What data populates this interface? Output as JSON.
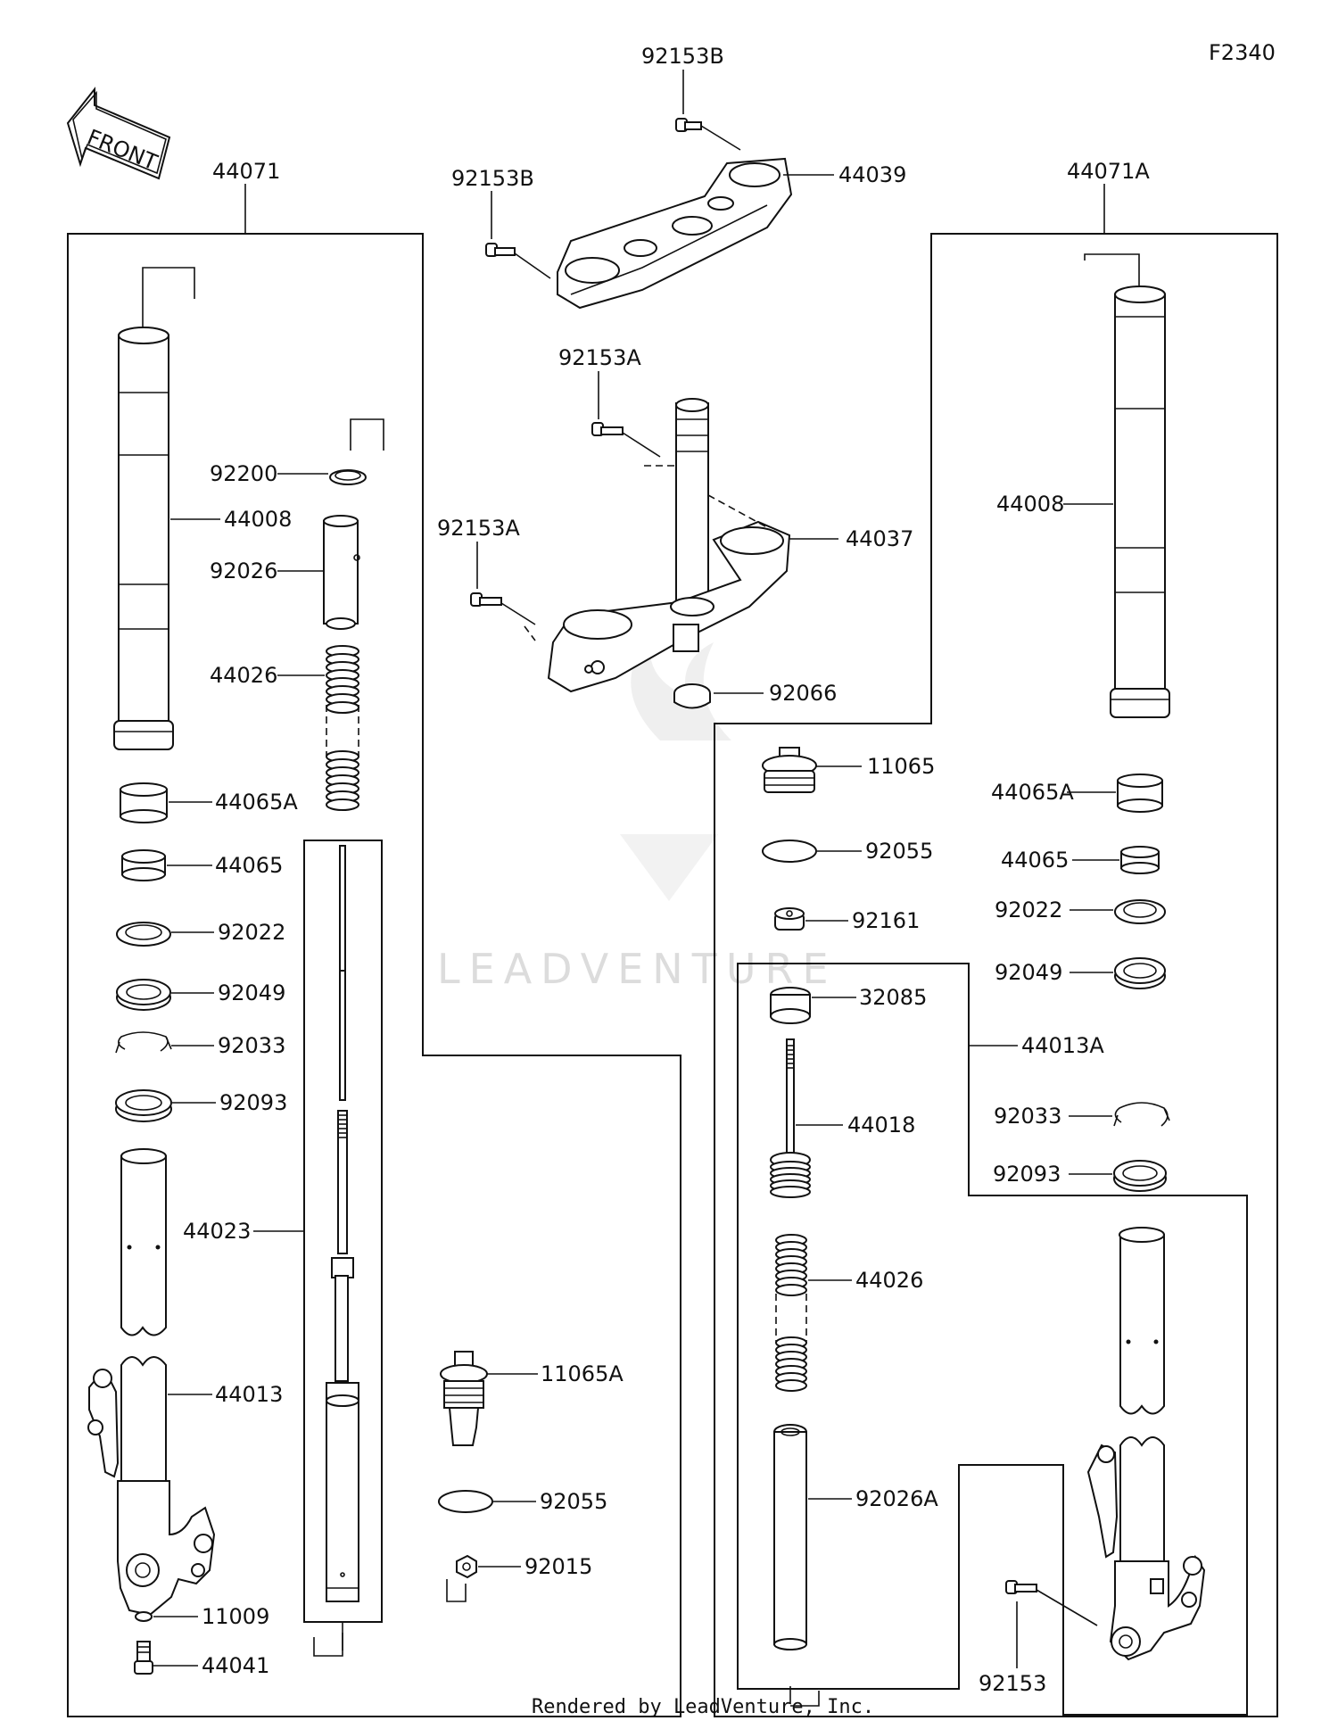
{
  "figure_code": "F2340",
  "front_arrow_label": "FRONT",
  "watermark": "LEADVENTURE",
  "footer": "Rendered by LeadVenture, Inc.",
  "callouts": {
    "p92153B_top": "92153B",
    "p92153B_left": "92153B",
    "p44039": "44039",
    "p92153A_top": "92153A",
    "p92153A_left": "92153A",
    "p44037": "44037",
    "p92066": "92066",
    "L44071": "44071",
    "L92200": "92200",
    "L44008": "44008",
    "L92026": "92026",
    "L44026": "44026",
    "L44065A": "44065A",
    "L44065": "44065",
    "L92022": "92022",
    "L92049": "92049",
    "L92033": "92033",
    "L92093": "92093",
    "L44023": "44023",
    "L44013": "44013",
    "L11009": "11009",
    "L44041": "44041",
    "M11065A": "11065A",
    "M92055": "92055",
    "M92015": "92015",
    "R44071A": "44071A",
    "R44008": "44008",
    "R11065": "11065",
    "R44065A": "44065A",
    "R92055": "92055",
    "R44065": "44065",
    "R92161": "92161",
    "R92022": "92022",
    "R32085": "32085",
    "R92049": "92049",
    "R44013A": "44013A",
    "R44018": "44018",
    "R92033": "92033",
    "R92093": "92093",
    "R44026": "44026",
    "R92026A": "92026A",
    "R92153": "92153"
  }
}
